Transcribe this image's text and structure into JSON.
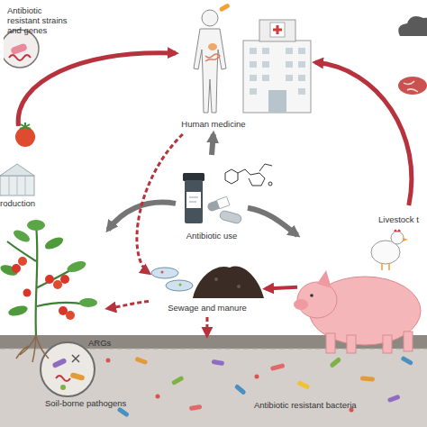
{
  "diagram": {
    "nodes": [
      {
        "text": [
          "Antibiotic resistant strains and genes"
        ]
      },
      {
        "text": [
          "Human medicine"
        ]
      },
      {
        "text": [
          "roduction"
        ]
      },
      {
        "text": [
          "Antibiotic use"
        ]
      },
      {
        "text": [
          "Livestock t"
        ]
      },
      {
        "text": [
          "Sewage and manure"
        ]
      },
      {
        "text": [
          "ARGs",
          "Soil-borne pathogens",
          "Antibiotic resistant bacteria"
        ]
      }
    ],
    "edges": [
      {
        "from": 2,
        "to": 1,
        "arrow": "to"
      },
      {
        "from": 4,
        "to": 1,
        "arrow": "to"
      },
      {
        "from": 3,
        "to": 1,
        "arrow": "to"
      },
      {
        "from": 3,
        "to": 2,
        "arrow": "to"
      },
      {
        "from": 3,
        "to": 4,
        "arrow": "to"
      },
      {
        "from": 1,
        "to": 5,
        "arrow": "to"
      },
      {
        "from": 4,
        "to": 5,
        "arrow": "to"
      },
      {
        "from": 5,
        "to": 2,
        "arrow": "to"
      },
      {
        "from": 5,
        "to": 6,
        "arrow": "to"
      }
    ]
  }
}
